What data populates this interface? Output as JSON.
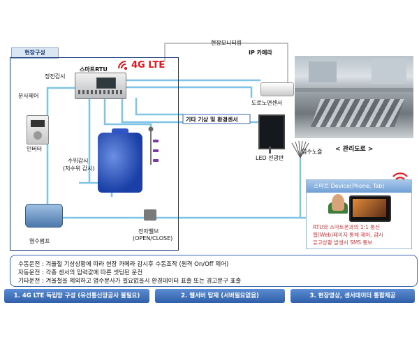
{
  "labels": {
    "site_config": "현장구성",
    "smart_rtu": "스마트RTU",
    "lte": "4G LTE",
    "power_monitor": "정전감시",
    "spray_control": "분사제어",
    "inverter": "인버터",
    "water_level": "수위감시",
    "water_level_sub": "(저수위 감시)",
    "pump": "염수펌프",
    "valve": "전자밸브",
    "valve_sub": "(OPEN/CLOSE)",
    "site_monitoring": "현장모니터링",
    "ip_camera": "IP 카메라",
    "road_sensor": "도로노면센서",
    "weather_sensor": "기타 기상 및 환경센서",
    "led_board": "LED 전광판",
    "brine_nozzle": "염수노즐",
    "managed_road": "< 관리도로 >"
  },
  "smart_device": {
    "title": "스마트 Device(Phone, Tab)",
    "bullets": [
      "RTU와 스마트폰과의 1:1 통신",
      "웹(Web)페이지 통해 제어, 감시",
      "유고상황 발생시 SMS 통보"
    ]
  },
  "operations": [
    "수동운전 : 겨울철 기상상황에 따라 현장 카메라 감시후 수동조작 (원격 On/Off 제어)",
    "자동운전 : 각종 센서의 입력값에 따른 셋팅된 운전",
    "기타운전 : 겨울철을 제외하고 염수분사가 필요없을시 환경데이터 표출 또는 경고문구 표출"
  ],
  "features": [
    "1. 4G LTE 독립망 구성 (유선통신망공사 불필요)",
    "2. 웹서버 탑재 (서버필요없음)",
    "3. 현장영상, 센서데이터 통합제공"
  ],
  "colors": {
    "accent": "#2f5fa8",
    "lte_red": "#e4161b",
    "wire": "#7fc4e6"
  }
}
